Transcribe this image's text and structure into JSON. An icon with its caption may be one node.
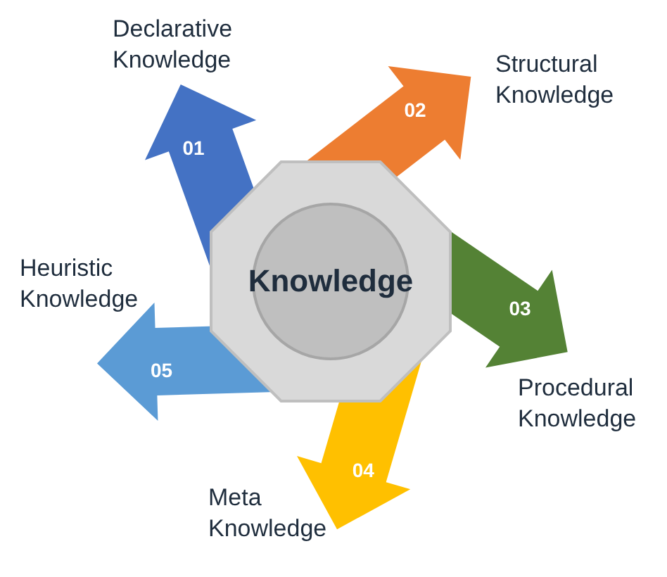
{
  "diagram": {
    "nodes": [
      {
        "text": [
          "01"
        ],
        "beside": [
          "Declarative Knowledge"
        ]
      },
      {
        "text": [
          "02"
        ],
        "beside": [
          "Structural Knowledge"
        ]
      },
      {
        "text": [
          "03"
        ],
        "beside": [
          "Procedural Knowledge"
        ]
      },
      {
        "text": [
          "04"
        ],
        "beside": [
          "Meta Knowledge"
        ]
      },
      {
        "text": [
          "05"
        ],
        "beside": [
          "Heuristic Knowledge"
        ]
      },
      {
        "text": [
          "Knowledge"
        ]
      }
    ]
  }
}
